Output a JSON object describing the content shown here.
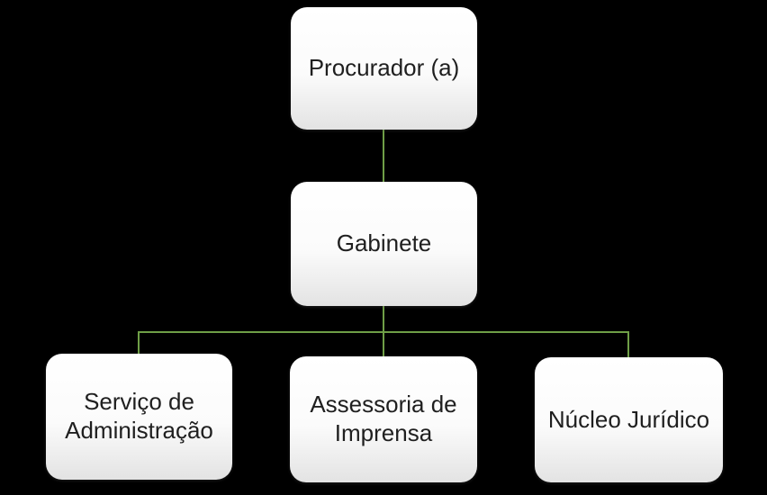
{
  "diagram": {
    "type": "org-chart",
    "background_color": "#000000",
    "connector_color": "#6f9f47",
    "node_fill_top": "#ffffff",
    "node_fill_bottom": "#e3e3e3",
    "node_text_color": "#1f1f1f",
    "nodes": [
      {
        "id": "procurador",
        "label": "Procurador (a)",
        "level": 1,
        "parent": null
      },
      {
        "id": "gabinete",
        "label": "Gabinete",
        "level": 2,
        "parent": "procurador"
      },
      {
        "id": "servico-administracao",
        "label": "Serviço de Administração",
        "level": 3,
        "parent": "gabinete"
      },
      {
        "id": "assessoria-imprensa",
        "label": "Assessoria de Imprensa",
        "level": 3,
        "parent": "gabinete"
      },
      {
        "id": "nucleo-juridico",
        "label": "Núcleo Jurídico",
        "level": 3,
        "parent": "gabinete"
      }
    ]
  }
}
